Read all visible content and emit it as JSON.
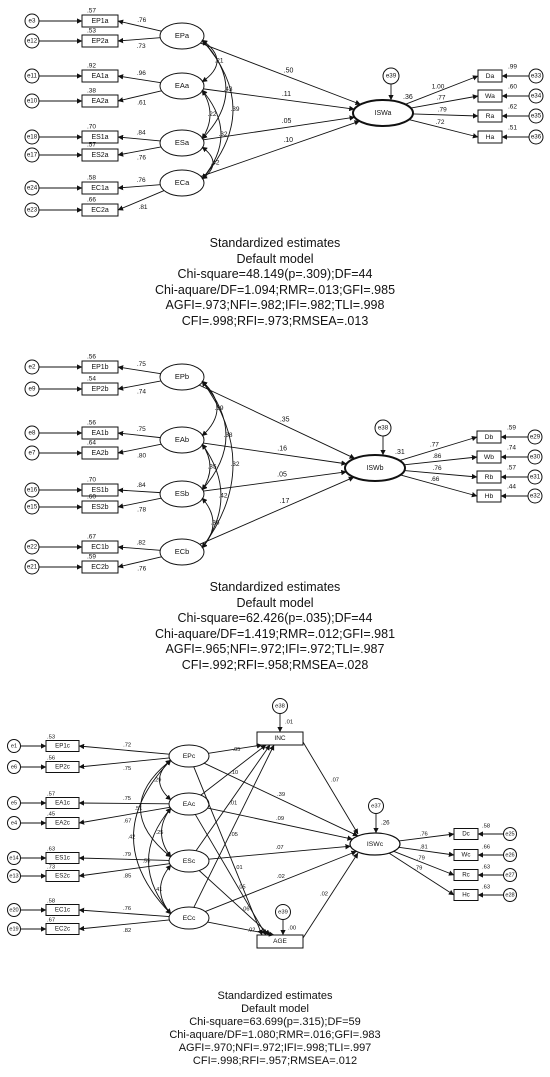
{
  "caption_heading": "Standardized estimates",
  "caption_model": "Default model",
  "models": [
    {
      "id": "a",
      "fit_lines": [
        "Chi-square=48.149(p=.309);DF=44",
        "Chi-aquare/DF=1.094;RMR=.013;GFI=.985",
        "AGFI=.973;NFI=.982;IFI=.982;TLI=.998",
        "CFI=.998;RFI=.973;RMSEA=.013"
      ],
      "latents": [
        "EPa",
        "EAa",
        "ESa",
        "ECa"
      ],
      "outcome": {
        "name": "ISWa",
        "r2": ".36",
        "error": "e39"
      },
      "left_groups": [
        {
          "items": [
            {
              "ind": "EP1a",
              "err": "e3",
              "r2": ".57",
              "load": ".76"
            },
            {
              "ind": "EP2a",
              "err": "e12",
              "r2": ".53",
              "load": ".73"
            }
          ]
        },
        {
          "items": [
            {
              "ind": "EA1a",
              "err": "e11",
              "r2": ".92",
              "load": ".96"
            },
            {
              "ind": "EA2a",
              "err": "e10",
              "r2": ".38",
              "load": ".61"
            }
          ]
        },
        {
          "items": [
            {
              "ind": "ES1a",
              "err": "e18",
              "r2": ".70",
              "load": ".84"
            },
            {
              "ind": "ES2a",
              "err": "e17",
              "r2": ".57",
              "load": ".76"
            }
          ]
        },
        {
          "items": [
            {
              "ind": "EC1a",
              "err": "e24",
              "r2": ".58",
              "load": ".76"
            },
            {
              "ind": "EC2a",
              "err": "e23",
              "r2": ".66",
              "load": ".81"
            }
          ]
        }
      ],
      "right_items": [
        {
          "ind": "Da",
          "err": "e33",
          "r2": ".99",
          "load": "1.00"
        },
        {
          "ind": "Wa",
          "err": "e34",
          "r2": ".60",
          "load": ".77"
        },
        {
          "ind": "Ra",
          "err": "e35",
          "r2": ".62",
          "load": ".79"
        },
        {
          "ind": "Ha",
          "err": "e36",
          "r2": ".51",
          "load": ".72"
        }
      ],
      "paths": [
        ".50",
        ".11",
        ".05",
        ".10"
      ],
      "correlations": [
        ".21",
        ".43",
        ".39",
        ".22",
        ".32",
        ".42"
      ]
    },
    {
      "id": "b",
      "fit_lines": [
        "Chi-square=62.426(p=.035);DF=44",
        "Chi-aquare/DF=1.419;RMR=.012;GFI=.981",
        "AGFI=.965;NFI=.972;IFI=.972;TLI=.987",
        "CFI=.992;RFI=.958;RMSEA=.028"
      ],
      "latents": [
        "EPb",
        "EAb",
        "ESb",
        "ECb"
      ],
      "outcome": {
        "name": "ISWb",
        "r2": ".31",
        "error": "e38"
      },
      "left_groups": [
        {
          "items": [
            {
              "ind": "EP1b",
              "err": "e2",
              "r2": ".56",
              "load": ".75"
            },
            {
              "ind": "EP2b",
              "err": "e9",
              "r2": ".54",
              "load": ".74"
            }
          ]
        },
        {
          "items": [
            {
              "ind": "EA1b",
              "err": "e8",
              "r2": ".56",
              "load": ".75"
            },
            {
              "ind": "EA2b",
              "err": "e7",
              "r2": ".64",
              "load": ".80"
            }
          ]
        },
        {
          "items": [
            {
              "ind": "ES1b",
              "err": "e16",
              "r2": ".70",
              "load": ".84"
            },
            {
              "ind": "ES2b",
              "err": "e15",
              "r2": ".60",
              "load": ".78"
            }
          ]
        },
        {
          "items": [
            {
              "ind": "EC1b",
              "err": "e22",
              "r2": ".67",
              "load": ".82"
            },
            {
              "ind": "EC2b",
              "err": "e21",
              "r2": ".59",
              "load": ".76"
            }
          ]
        }
      ],
      "right_items": [
        {
          "ind": "Db",
          "err": "e29",
          "r2": ".59",
          "load": ".77"
        },
        {
          "ind": "Wb",
          "err": "e30",
          "r2": ".74",
          "load": ".86"
        },
        {
          "ind": "Rb",
          "err": "e31",
          "r2": ".57",
          "load": ".76"
        },
        {
          "ind": "Hb",
          "err": "e32",
          "r2": ".44",
          "load": ".66"
        }
      ],
      "paths": [
        ".35",
        ".16",
        ".05",
        ".17"
      ],
      "correlations": [
        ".39",
        ".38",
        ".32",
        ".35",
        ".42",
        ".36"
      ]
    },
    {
      "id": "c",
      "fit_lines": [
        "Chi-square=63.699(p=.315);DF=59",
        "Chi-aquare/DF=1.080;RMR=.016;GFI=.983",
        "AGFI=.970;NFI=.972;IFI=.998;TLI=.997",
        "CFI=.998;RFI=.957;RMSEA=.012"
      ],
      "latents": [
        "EPc",
        "EAc",
        "ESc",
        "ECc"
      ],
      "outcome": {
        "name": "ISWc",
        "r2": ".26",
        "error": "e37"
      },
      "controls": [
        {
          "name": "INC",
          "r2": ".01",
          "error": "e38"
        },
        {
          "name": "AGE",
          "r2": ".00",
          "error": "e39"
        }
      ],
      "left_groups": [
        {
          "items": [
            {
              "ind": "EP1c",
              "err": "e1",
              "r2": ".53",
              "load": ".72"
            },
            {
              "ind": "EP2c",
              "err": "e6",
              "r2": ".56",
              "load": ".75"
            }
          ]
        },
        {
          "items": [
            {
              "ind": "EA1c",
              "err": "e5",
              "r2": ".57",
              "load": ".75"
            },
            {
              "ind": "EA2c",
              "err": "e4",
              "r2": ".45",
              "load": ".67"
            }
          ]
        },
        {
          "items": [
            {
              "ind": "ES1c",
              "err": "e14",
              "r2": ".63",
              "load": ".79"
            },
            {
              "ind": "ES2c",
              "err": "e13",
              "r2": ".73",
              "load": ".85"
            }
          ]
        },
        {
          "items": [
            {
              "ind": "EC1c",
              "err": "e20",
              "r2": ".58",
              "load": ".76"
            },
            {
              "ind": "EC2c",
              "err": "e19",
              "r2": ".67",
              "load": ".82"
            }
          ]
        }
      ],
      "right_items": [
        {
          "ind": "Dc",
          "err": "e25",
          "r2": ".58",
          "load": ".76"
        },
        {
          "ind": "Wc",
          "err": "e26",
          "r2": ".66",
          "load": ".81"
        },
        {
          "ind": "Rc",
          "err": "e27",
          "r2": ".63",
          "load": ".79"
        },
        {
          "ind": "Hc",
          "err": "e28",
          "r2": ".63",
          "load": ".79"
        }
      ],
      "paths": [
        ".39",
        ".09",
        ".07",
        ".02"
      ],
      "control_paths": {
        "inc_to_out": ".07",
        "age_to_out": ".02",
        "lat_to_inc": [
          ".05",
          ".10",
          ".01",
          ".05"
        ],
        "lat_to_age": [
          ".01",
          ".05",
          ".06",
          ".02"
        ]
      },
      "correlations": [
        ".29",
        ".51",
        ".42",
        ".25",
        ".55",
        ".41"
      ]
    }
  ]
}
